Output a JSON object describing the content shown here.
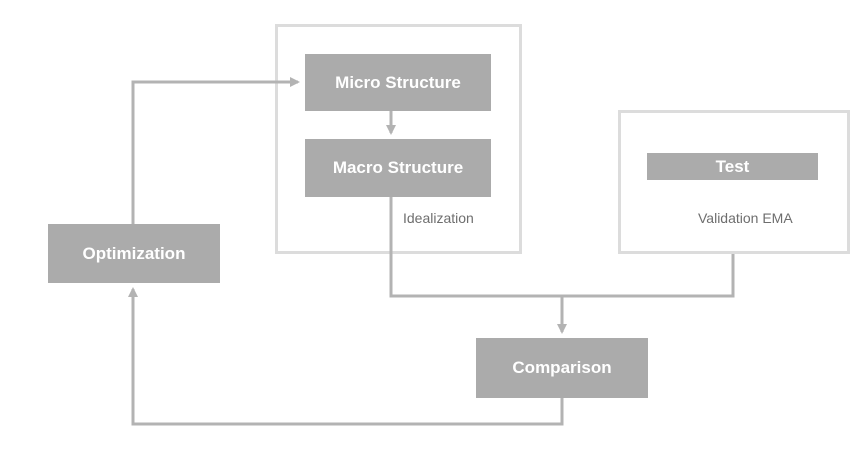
{
  "diagram": {
    "nodes": {
      "micro": "Micro Structure",
      "macro": "Macro Structure",
      "test": "Test",
      "optimization": "Optimization",
      "comparison": "Comparison"
    },
    "labels": {
      "idealization": "Idealization",
      "validation": "Validation EMA"
    },
    "colors": {
      "node_fill": "#ababab",
      "node_text": "#ffffff",
      "frame": "#dcdcdc",
      "connector": "#b3b3b3",
      "label_text": "#6e6e6e"
    }
  }
}
